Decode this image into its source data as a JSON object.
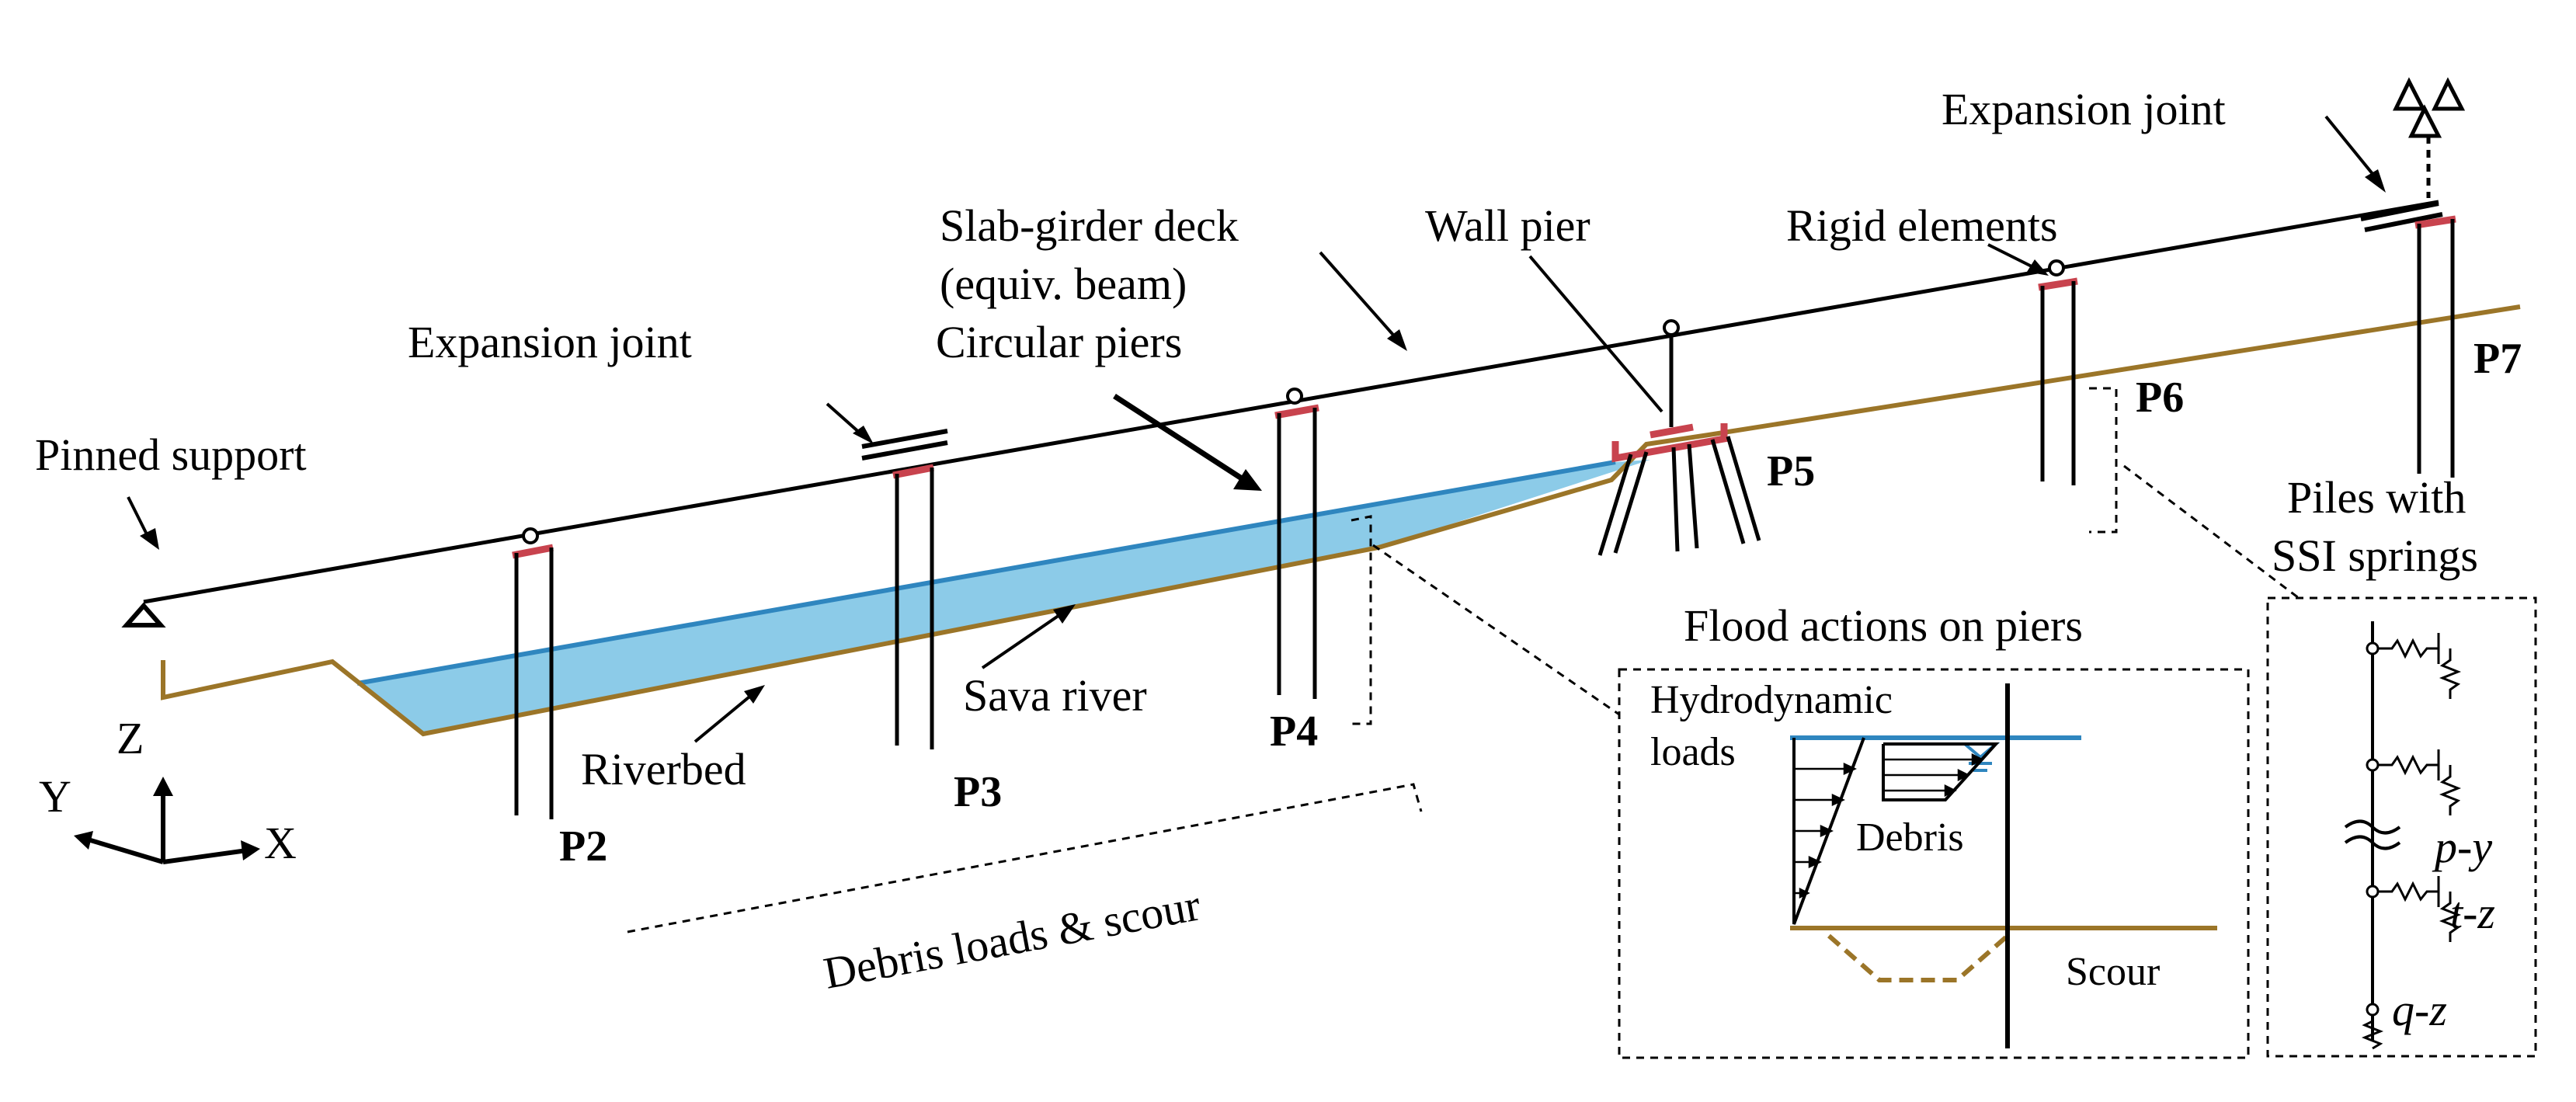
{
  "labels": {
    "pinned_support": "Pinned support",
    "expansion_joint_left": "Expansion joint",
    "circular_piers": "Circular piers",
    "slab_girder_deck_1": "Slab-girder deck",
    "slab_girder_deck_2": "(equiv. beam)",
    "wall_pier": "Wall pier",
    "rigid_elements": "Rigid elements",
    "expansion_joint_right": "Expansion joint",
    "sava_river": "Sava river",
    "riverbed": "Riverbed",
    "debris_loads_scour": "Debris loads & scour",
    "flood_actions": "Flood actions on piers",
    "piles_ssi_1": "Piles with",
    "piles_ssi_2": "SSI springs"
  },
  "piers": [
    "P2",
    "P3",
    "P4",
    "P5",
    "P6",
    "P7"
  ],
  "axes": {
    "x": "X",
    "y": "Y",
    "z": "Z"
  },
  "flood_box": {
    "hydrodynamic_1": "Hydrodynamic",
    "hydrodynamic_2": "loads",
    "debris": "Debris",
    "scour": "Scour"
  },
  "ssi_box": {
    "py": "p-y",
    "tz": "t-z",
    "qz": "q-z"
  },
  "colors": {
    "deck": "#000000",
    "ground": "#9b7528",
    "water_fill": "#8ccbe8",
    "water_line": "#2f86bf",
    "rigid": "#c8434e"
  }
}
